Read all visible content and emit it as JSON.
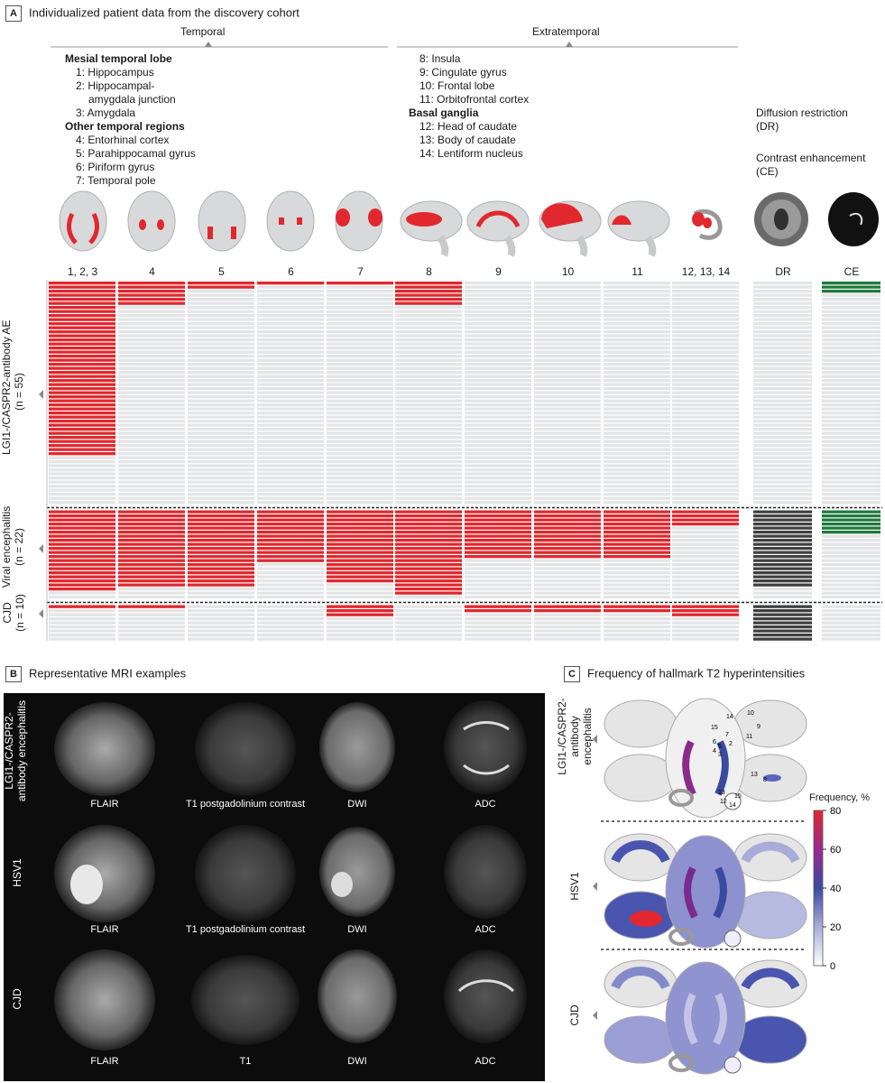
{
  "panelA": {
    "letter": "A",
    "title": "Individualized patient data from the discovery cohort",
    "temporal_label": "Temporal",
    "extratemporal_label": "Extratemporal",
    "temporal_legend": [
      {
        "text": "Mesial temporal lobe",
        "bold": true
      },
      {
        "text": "1: Hippocampus",
        "bold": false
      },
      {
        "text": "2: Hippocampal-",
        "bold": false
      },
      {
        "text": "amygdala junction",
        "bold": false,
        "extra_indent": true
      },
      {
        "text": "3: Amygdala",
        "bold": false
      },
      {
        "text": "Other temporal regions",
        "bold": true
      },
      {
        "text": "4: Entorhinal cortex",
        "bold": false
      },
      {
        "text": "5: Parahippocamal gyrus",
        "bold": false
      },
      {
        "text": "6: Piriform gyrus",
        "bold": false
      },
      {
        "text": "7: Temporal pole",
        "bold": false
      }
    ],
    "extra_legend": [
      {
        "text": "8: Insula",
        "bold": false
      },
      {
        "text": "9: Cingulate gyrus",
        "bold": false
      },
      {
        "text": "10: Frontal lobe",
        "bold": false
      },
      {
        "text": "11: Orbitofrontal cortex",
        "bold": false
      },
      {
        "text": "Basal ganglia",
        "bold": true
      },
      {
        "text": "12: Head of caudate",
        "bold": false
      },
      {
        "text": "13: Body of caudate",
        "bold": false
      },
      {
        "text": "14: Lentiform nucleus",
        "bold": false
      }
    ],
    "dr_label_1": "Diffusion restriction",
    "dr_label_2": "(DR)",
    "ce_label_1": "Contrast enhancement",
    "ce_label_2": "(CE)",
    "columns": [
      "1, 2, 3",
      "4",
      "5",
      "6",
      "7",
      "8",
      "9",
      "10",
      "11",
      "12, 13, 14",
      "DR",
      "CE"
    ],
    "groups": [
      {
        "name": "LGI1-/CASPR2-antibody AE",
        "n": "(n = 55)"
      },
      {
        "name": "Viral encephalitis",
        "n": "(n = 22)"
      },
      {
        "name": "CJD",
        "n": "(n = 10)"
      }
    ],
    "colors": {
      "positive": "#e0282e",
      "negative": "#e4e5e7",
      "dr": "#404040",
      "ce": "#1f7a3c"
    }
  },
  "heatmap": {
    "group_sizes": [
      55,
      22,
      10
    ],
    "positive_counts": [
      [
        43,
        6,
        2,
        1,
        1,
        6,
        0,
        0,
        0,
        0
      ],
      [
        20,
        19,
        19,
        13,
        18,
        21,
        12,
        12,
        12,
        4
      ],
      [
        1,
        1,
        0,
        0,
        3,
        0,
        2,
        2,
        2,
        3
      ]
    ],
    "dr_positive": [
      0,
      19,
      9
    ],
    "ce_positive": [
      3,
      6,
      0
    ]
  },
  "panelB": {
    "letter": "B",
    "title": "Representative MRI examples",
    "rows": [
      {
        "label": "LGI1-/CASPR2-antibody encephalitis",
        "cols": [
          "FLAIR",
          "T1 postgadolinium contrast",
          "DWI",
          "ADC"
        ]
      },
      {
        "label": "HSV1",
        "cols": [
          "FLAIR",
          "T1 postgadolinium contrast",
          "DWI",
          "ADC"
        ]
      },
      {
        "label": "CJD",
        "cols": [
          "FLAIR",
          "T1",
          "DWI",
          "ADC"
        ]
      }
    ]
  },
  "panelC": {
    "letter": "C",
    "title": "Frequency of hallmark T2 hyperintensities",
    "rows": [
      "LGI1-/CASPR2-antibody encephalitis",
      "HSV1",
      "CJD"
    ],
    "colorbar_title": "Frequency, %",
    "colorbar_ticks": [
      "80",
      "60",
      "40",
      "20",
      "0"
    ],
    "region_numbers": [
      "14",
      "15",
      "10",
      "9",
      "11",
      "7",
      "6",
      "5",
      "4",
      "3",
      "2",
      "13",
      "8",
      "13",
      "15",
      "12",
      "14"
    ]
  }
}
